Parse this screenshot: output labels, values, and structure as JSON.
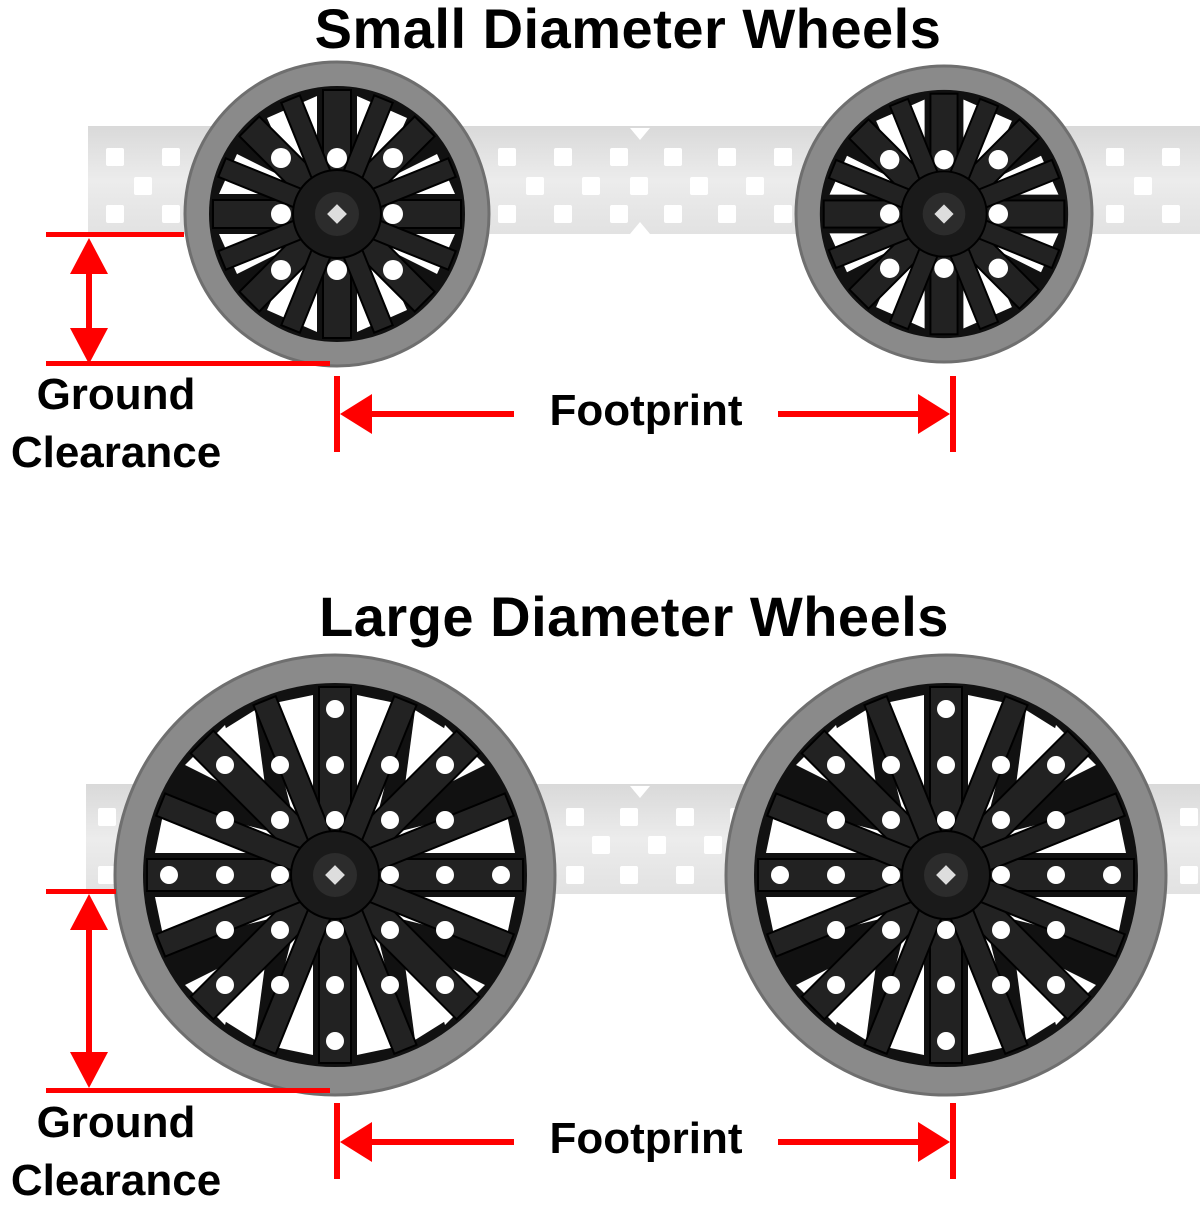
{
  "panels": [
    {
      "title": "Small Diameter Wheels",
      "wheel_size": "small",
      "ground_clearance_label": [
        "Ground",
        "Clearance"
      ],
      "footprint_label": "Footprint"
    },
    {
      "title": "Large Diameter Wheels",
      "wheel_size": "large",
      "ground_clearance_label": [
        "Ground",
        "Clearance"
      ],
      "footprint_label": "Footprint"
    }
  ],
  "colors": {
    "annotation": "#ff0000",
    "tire": "#8a8a8a",
    "hub": "#1c1c1c",
    "chassis": "#e6e6e6"
  }
}
